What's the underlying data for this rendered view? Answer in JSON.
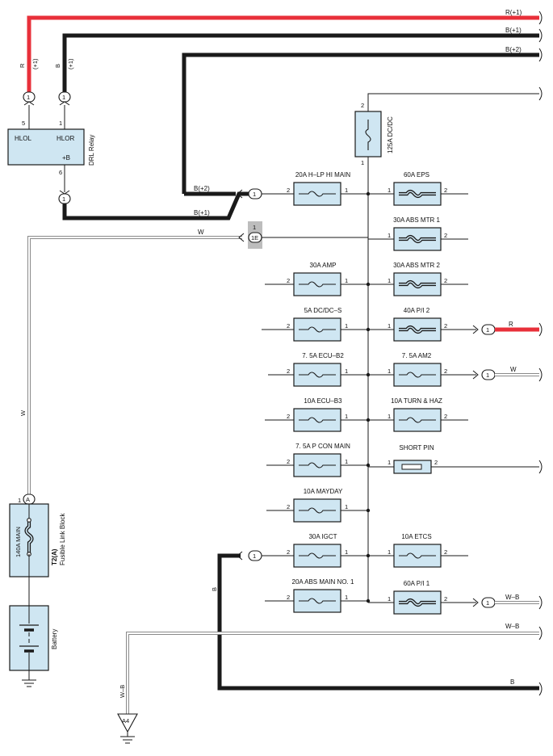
{
  "wires": {
    "r_p1_top": "R(+1)",
    "b_p1_top": "B(+1)",
    "b_p2_top": "B(+2)",
    "r_vert": "R",
    "r_vert_sub": "(+1)",
    "b_vert": "B",
    "b_vert_sub": "(+1)",
    "b_p2_mid": "B(+2)",
    "b_p1_mid": "B(+1)",
    "w_mid": "W",
    "w_left": "W",
    "r_right": "R",
    "w_right": "W",
    "wb_right1": "W–B",
    "wb_right2": "W–B",
    "b_vert2": "B",
    "b_bottom": "B",
    "wb_vert": "W–B"
  },
  "relay": {
    "name": "DRL Relay",
    "hlol": "HLOL",
    "hlor": "HLOR",
    "plusb": "+B",
    "pin5": "5",
    "pin1": "1",
    "pin6": "6"
  },
  "dcdc": {
    "label": "125A DC/DC",
    "pin_top": "2",
    "pin_bot": "1"
  },
  "fuses_left": [
    {
      "label": "20A H–LP HI MAIN",
      "p2": "2",
      "p1": "1"
    },
    {
      "label": "30A AMP",
      "p2": "2",
      "p1": "1"
    },
    {
      "label": "5A DC/DC–S",
      "p2": "2",
      "p1": "1"
    },
    {
      "label": "7. 5A ECU–B2",
      "p2": "2",
      "p1": "1"
    },
    {
      "label": "10A ECU–B3",
      "p2": "2",
      "p1": "1"
    },
    {
      "label": "7. 5A P CON MAIN",
      "p2": "2",
      "p1": "1"
    },
    {
      "label": "10A MAYDAY",
      "p2": "2",
      "p1": "1"
    },
    {
      "label": "30A IGCT",
      "p2": "2",
      "p1": "1"
    },
    {
      "label": "20A ABS MAIN NO. 1",
      "p2": "2",
      "p1": "1"
    }
  ],
  "fuses_right": [
    {
      "label": "60A EPS",
      "p1": "1",
      "p2": "2"
    },
    {
      "label": "30A ABS MTR 1",
      "p1": "1",
      "p2": "2"
    },
    {
      "label": "30A ABS MTR 2",
      "p1": "1",
      "p2": "2"
    },
    {
      "label": "40A P/I 2",
      "p1": "1",
      "p2": "2"
    },
    {
      "label": "7. 5A AM2",
      "p1": "1",
      "p2": "2"
    },
    {
      "label": "10A TURN & HAZ",
      "p1": "1",
      "p2": "2"
    },
    {
      "label": "SHORT PIN",
      "p1": "1",
      "p2": "2"
    },
    {
      "label": "10A ETCS",
      "p1": "1",
      "p2": "2"
    },
    {
      "label": "60A P/I 1",
      "p1": "1",
      "p2": "2"
    }
  ],
  "connectors": {
    "one": "1",
    "c1e": "1E",
    "c1e_pin": "1",
    "a": "A",
    "a_pin": "1",
    "a4": "A4"
  },
  "fusible_link": {
    "fuse": "140A MAIN",
    "code": "T2(A)",
    "name": "Fusible Link Block"
  },
  "battery": {
    "name": "Battery"
  }
}
